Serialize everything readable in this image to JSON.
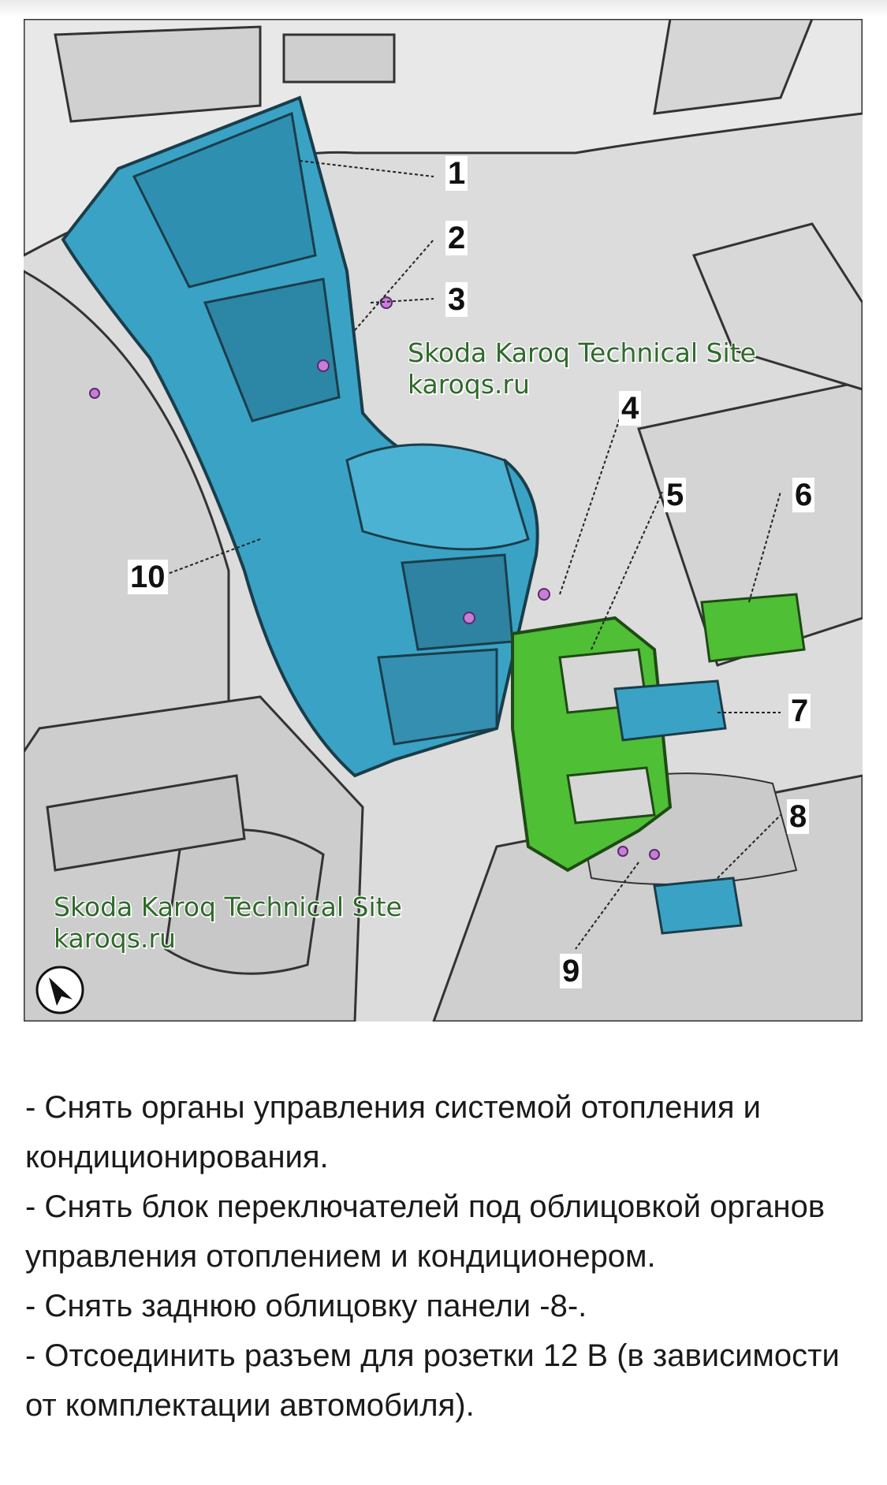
{
  "figure": {
    "callouts": [
      "1",
      "2",
      "3",
      "4",
      "5",
      "6",
      "7",
      "8",
      "9",
      "10"
    ],
    "watermark_top": {
      "line1": "Skoda Karoq Technical Site",
      "line2": "karoqs.ru"
    },
    "watermark_bottom": {
      "line1": "Skoda Karoq Technical Site",
      "line2": "karoqs.ru"
    },
    "icons": {
      "nav": "navigation-arrow-icon"
    },
    "colors": {
      "console": "#3aa3c5",
      "trim": "#4fbf36",
      "bolt": "#c77ed8",
      "background": "#d9d9d9"
    }
  },
  "instructions": [
    "- Снять органы управления системой отопления и кондиционирования.",
    "- Снять блок переключателей под облицовкой органов управления отоплением и кондиционером.",
    "- Снять заднюю облицовку панели -8-.",
    "- Отсоединить разъем для розетки 12 В (в зависимости от комплектации автомобиля)."
  ]
}
